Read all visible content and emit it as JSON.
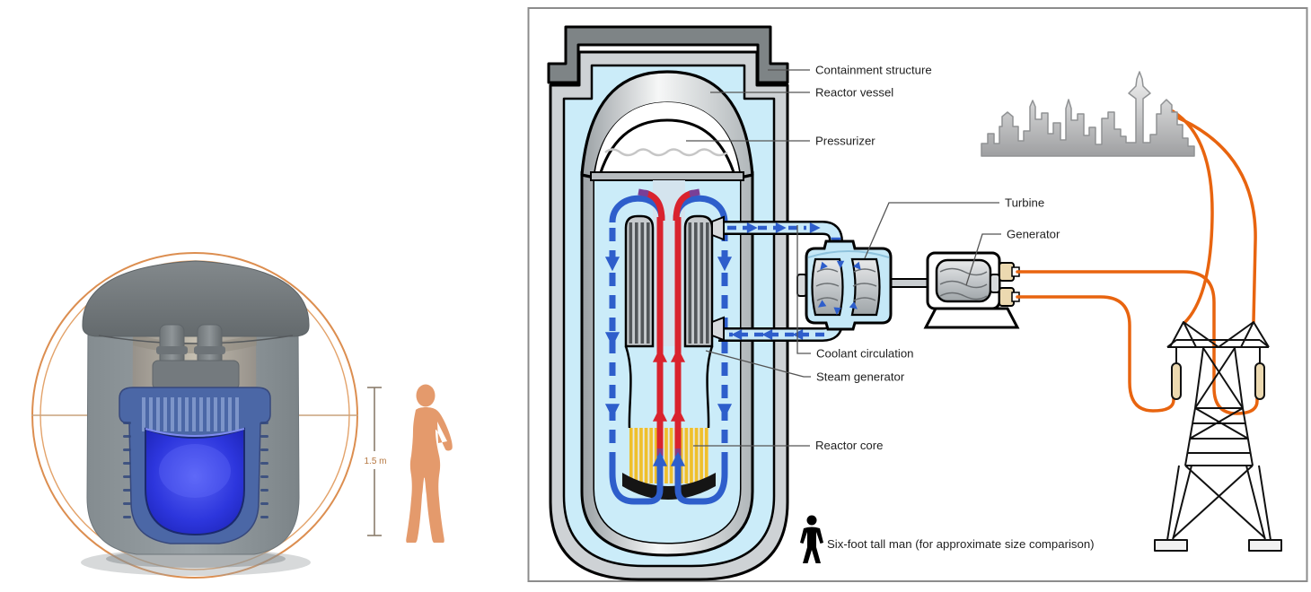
{
  "left_panel": {
    "description": "3D cutaway render of a small modular nuclear reactor with size comparison",
    "scale_label": "1.5 m"
  },
  "diagram": {
    "labels": {
      "containment": "Containment structure",
      "reactor_vessel": "Reactor vessel",
      "pressurizer": "Pressurizer",
      "turbine": "Turbine",
      "generator": "Generator",
      "coolant_circulation": "Coolant circulation",
      "steam_generator": "Steam generator",
      "reactor_core": "Reactor core",
      "size_note": "Six-foot tall man (for approximate size comparison)"
    },
    "colors": {
      "coolant-cold": "#2e5ecb",
      "coolant-hot": "#d9232e",
      "coolant-mix": "#7a3f96",
      "interior-blue": "#cbecf9",
      "pipe-blue": "#c8e9f8",
      "wire-orange": "#e8640f",
      "core-yellow": "#efc02b",
      "containment-gray": "#ced2d5",
      "cap-gray": "#7e8486",
      "insulator-tan": "#ecd9b0",
      "label-color": "#1f1f1f",
      "panel-border": "#8c8c8c",
      "ring-orange": "#dc8e50",
      "man-orange": "#e49a6c",
      "scale-text": "#b5763f"
    }
  }
}
